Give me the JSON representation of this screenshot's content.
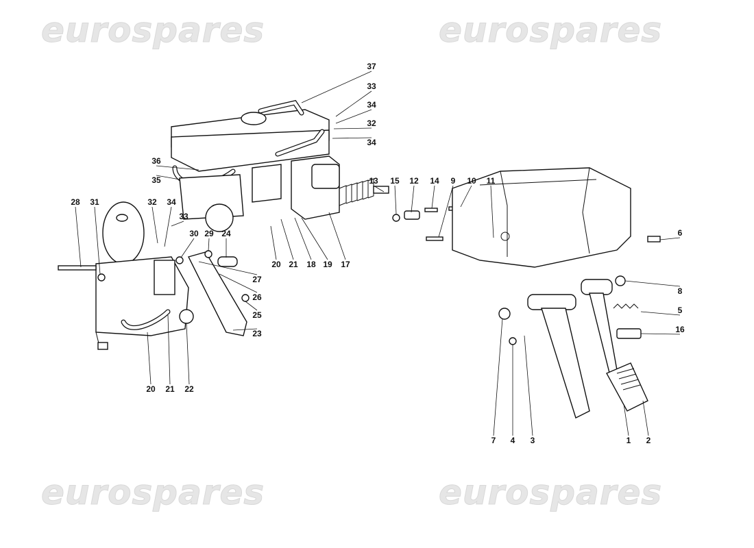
{
  "watermark": "eurospares",
  "callouts": [
    "37",
    "33",
    "34",
    "32",
    "34",
    "36",
    "35",
    "13",
    "15",
    "12",
    "14",
    "9",
    "10",
    "11",
    "28",
    "31",
    "32",
    "34",
    "33",
    "30",
    "29",
    "24",
    "6",
    "20",
    "21",
    "18",
    "19",
    "17",
    "27",
    "26",
    "8",
    "5",
    "25",
    "23",
    "16",
    "20",
    "21",
    "22",
    "7",
    "4",
    "3",
    "1",
    "2"
  ]
}
